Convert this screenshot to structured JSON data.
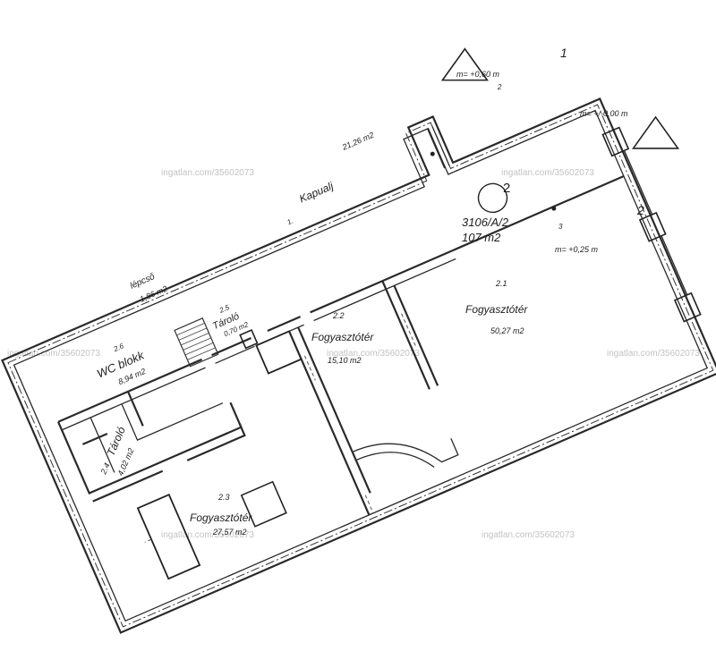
{
  "watermark": "ingatlan.com/35602073",
  "markers": {
    "section_1": "1",
    "section_2": "2",
    "unit_circle": "2"
  },
  "unit": {
    "id": "3106/A/2",
    "area": "107 m2"
  },
  "levels": {
    "outside": "m= +0,60 m",
    "outside_point": "2",
    "street": "m= +/-0,00 m",
    "inside": "m= +0,25 m",
    "inside_point": "3"
  },
  "rooms": {
    "kapualj": {
      "number": "1.",
      "name": "Kapualj",
      "area": "21,26 m2"
    },
    "lepcso": {
      "name": "lépcső",
      "area": "1,86 m2"
    },
    "wc": {
      "number": "2.6",
      "name": "WC blokk",
      "area": "8,94 m2"
    },
    "tarolo_small": {
      "number": "2.5",
      "name": "Tároló",
      "area": "0,70 m2"
    },
    "fogy_22": {
      "number": "2.2",
      "name": "Fogyasztótér",
      "area": "15,10 m2"
    },
    "fogy_21": {
      "number": "2.1",
      "name": "Fogyasztótér",
      "area": "50,27 m2"
    },
    "tarolo_24": {
      "number": "2.4",
      "name": "Tároló",
      "area": "4,02 m2"
    },
    "fogy_23": {
      "number": "2.3",
      "name": "Fogyasztótér",
      "area": "27,57 m2"
    }
  }
}
